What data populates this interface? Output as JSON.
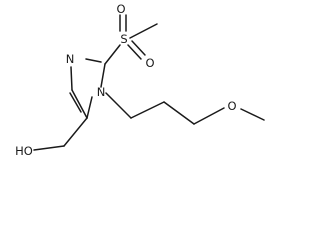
{
  "atoms": {
    "n3": "N",
    "n1": "N",
    "s": "S",
    "o_sulfonyl_top": "O",
    "o_sulfonyl_bottom": "O",
    "o_ether": "O",
    "ho": "HO"
  }
}
